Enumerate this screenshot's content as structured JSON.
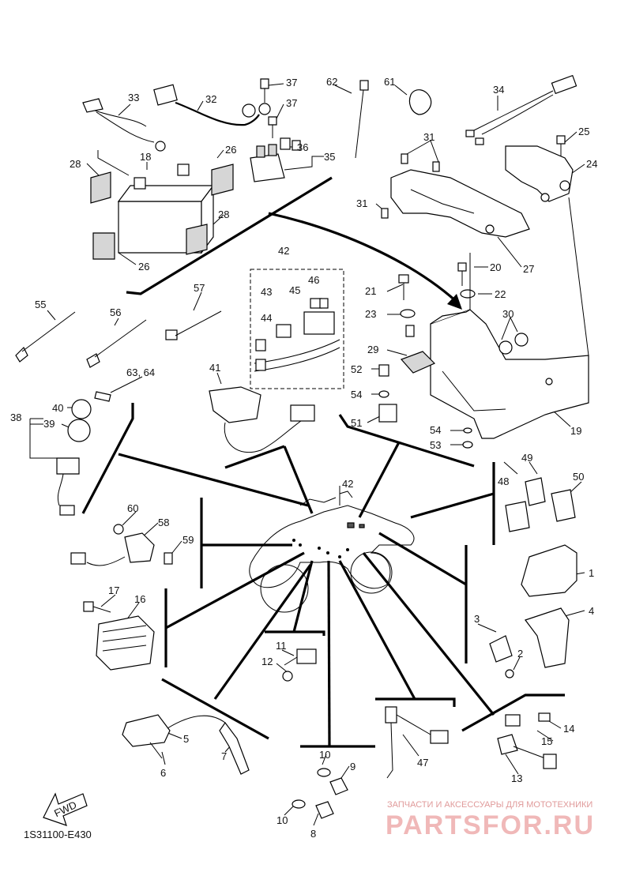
{
  "diagram_code": "1S31100-E430",
  "fwd_label": "FWD",
  "watermark": {
    "line1": "ЗАПЧАСТИ И АКСЕССУАРЫ ДЛЯ МОТОТЕХНИКИ",
    "line2": "PARTSFOR.RU"
  },
  "callouts": {
    "n1": "1",
    "n2": "2",
    "n3": "3",
    "n4": "4",
    "n5": "5",
    "n6": "6",
    "n7": "7",
    "n8": "8",
    "n9": "9",
    "n10a": "10",
    "n10b": "10",
    "n11": "11",
    "n12": "12",
    "n13": "13",
    "n14": "14",
    "n15": "15",
    "n16": "16",
    "n17": "17",
    "n18": "18",
    "n19": "19",
    "n20": "20",
    "n21": "21",
    "n22": "22",
    "n23": "23",
    "n24": "24",
    "n25": "25",
    "n26a": "26",
    "n26b": "26",
    "n27": "27",
    "n28a": "28",
    "n28b": "28",
    "n29": "29",
    "n30": "30",
    "n31a": "31",
    "n31b": "31",
    "n32": "32",
    "n33": "33",
    "n34": "34",
    "n35": "35",
    "n36": "36",
    "n37a": "37",
    "n37b": "37",
    "n38": "38",
    "n39": "39",
    "n40": "40",
    "n41": "41",
    "n42a": "42",
    "n42b": "42",
    "n43": "43",
    "n44": "44",
    "n45": "45",
    "n46": "46",
    "n47": "47",
    "n48": "48",
    "n49": "49",
    "n50": "50",
    "n51": "51",
    "n52": "52",
    "n53": "53",
    "n54a": "54",
    "n54b": "54",
    "n55": "55",
    "n56": "56",
    "n57": "57",
    "n58": "58",
    "n59": "59",
    "n60": "60",
    "n61": "61",
    "n62": "62",
    "n6364": "63, 64"
  },
  "colors": {
    "line": "#000000",
    "watermark_text": "#e09a9a",
    "watermark_logo": "#f0b8b8"
  }
}
